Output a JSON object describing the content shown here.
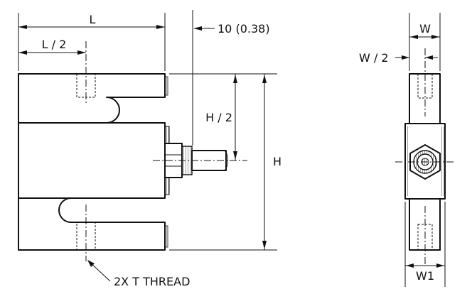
{
  "labels": {
    "length": "L",
    "half_length": "L / 2",
    "cable_offset": "10 (0.38)",
    "half_height": "H / 2",
    "height": "H",
    "thread_note": "2X T THREAD",
    "width": "W",
    "half_width": "W / 2",
    "width_1": "W1"
  }
}
